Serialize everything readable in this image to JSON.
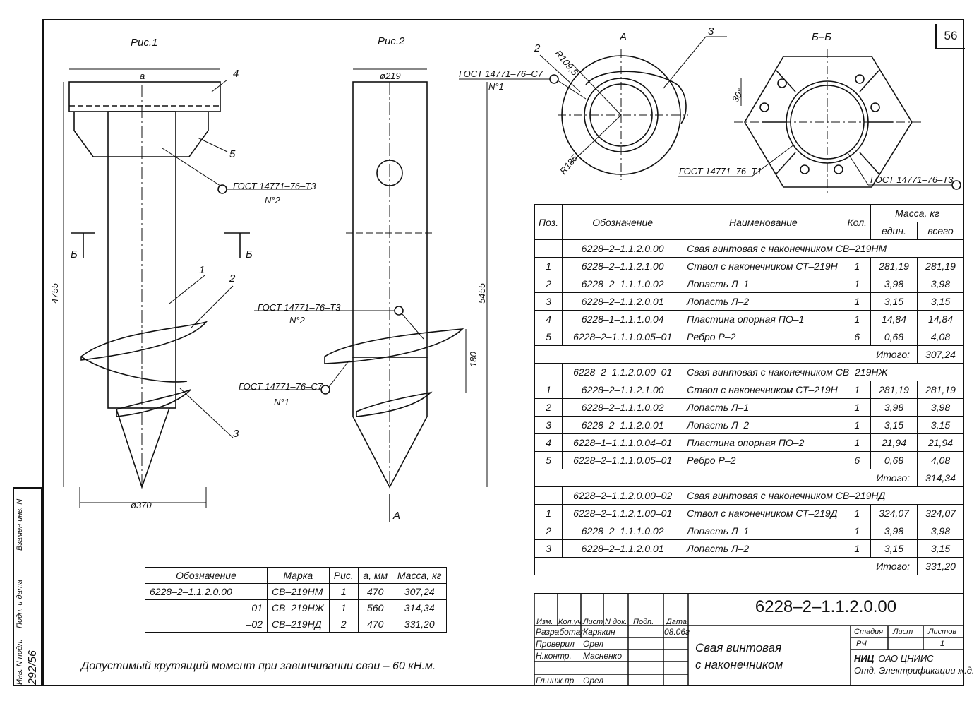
{
  "sheet_number": "56",
  "fig1_label": "Рис.1",
  "fig2_label": "Рис.2",
  "view_a_label": "А",
  "view_bb_label": "Б–Б",
  "dims": {
    "a": "a",
    "d219": "ø219",
    "d370": "ø370",
    "h4755": "4755",
    "h5455": "5455",
    "h180": "180",
    "r109": "R109,5",
    "r185": "R185",
    "angle30": "30°",
    "cut_b_left": "Б",
    "cut_b_right": "Б",
    "arrow_a": "А"
  },
  "callouts": {
    "n1": "1",
    "n2": "2",
    "n3": "3",
    "n4": "4",
    "n5": "5",
    "a2": "2",
    "a3": "3",
    "gost_t3_fig1": "ГОСТ 14771–76–Т3",
    "gost_t3_fig1_n": "N°2",
    "gost_t3_fig2": "ГОСТ 14771–76–Т3",
    "gost_t3_fig2_n": "N°2",
    "gost_c7_fig2": "ГОСТ 14771–76–С7",
    "gost_c7_fig2_n": "N°1",
    "gost_c7_a": "ГОСТ 14771–76–С7",
    "gost_c7_a_n": "N°1",
    "gost_t1_bb": "ГОСТ 14771–76–Т1",
    "gost_t3_bb": "ГОСТ 14771–76–Т3"
  },
  "spec": {
    "headers": {
      "pos": "Поз.",
      "code": "Обозначение",
      "name": "Наименование",
      "qty": "Кол.",
      "mass": "Масса, кг",
      "unit": "един.",
      "total": "всего"
    },
    "groups": [
      {
        "code": "6228–2–1.1.2.0.00",
        "name": "Свая винтовая с наконечником СВ–219НМ",
        "rows": [
          {
            "pos": "1",
            "code": "6228–2–1.1.2.1.00",
            "name": "Ствол с наконечником СТ–219Н",
            "qty": "1",
            "unit": "281,19",
            "total": "281,19"
          },
          {
            "pos": "2",
            "code": "6228–2–1.1.1.0.02",
            "name": "Лопасть Л–1",
            "qty": "1",
            "unit": "3,98",
            "total": "3,98"
          },
          {
            "pos": "3",
            "code": "6228–2–1.1.2.0.01",
            "name": "Лопасть Л–2",
            "qty": "1",
            "unit": "3,15",
            "total": "3,15"
          },
          {
            "pos": "4",
            "code": "6228–1–1.1.1.0.04",
            "name": "Пластина опорная ПО–1",
            "qty": "1",
            "unit": "14,84",
            "total": "14,84"
          },
          {
            "pos": "5",
            "code": "6228–2–1.1.1.0.05–01",
            "name": "Ребро Р–2",
            "qty": "6",
            "unit": "0,68",
            "total": "4,08"
          }
        ],
        "total_label": "Итого:",
        "total": "307,24"
      },
      {
        "code": "6228–2–1.1.2.0.00–01",
        "name": "Свая винтовая с наконечником СВ–219НЖ",
        "rows": [
          {
            "pos": "1",
            "code": "6228–2–1.1.2.1.00",
            "name": "Ствол с наконечником СТ–219Н",
            "qty": "1",
            "unit": "281,19",
            "total": "281,19"
          },
          {
            "pos": "2",
            "code": "6228–2–1.1.1.0.02",
            "name": "Лопасть Л–1",
            "qty": "1",
            "unit": "3,98",
            "total": "3,98"
          },
          {
            "pos": "3",
            "code": "6228–2–1.1.2.0.01",
            "name": "Лопасть Л–2",
            "qty": "1",
            "unit": "3,15",
            "total": "3,15"
          },
          {
            "pos": "4",
            "code": "6228–1–1.1.1.0.04–01",
            "name": "Пластина опорная ПО–2",
            "qty": "1",
            "unit": "21,94",
            "total": "21,94"
          },
          {
            "pos": "5",
            "code": "6228–2–1.1.1.0.05–01",
            "name": "Ребро Р–2",
            "qty": "6",
            "unit": "0,68",
            "total": "4,08"
          }
        ],
        "total_label": "Итого:",
        "total": "314,34"
      },
      {
        "code": "6228–2–1.1.2.0.00–02",
        "name": "Свая винтовая с наконечником СВ–219НД",
        "rows": [
          {
            "pos": "1",
            "code": "6228–2–1.1.2.1.00–01",
            "name": "Ствол с наконечником СТ–219Д",
            "qty": "1",
            "unit": "324,07",
            "total": "324,07"
          },
          {
            "pos": "2",
            "code": "6228–2–1.1.1.0.02",
            "name": "Лопасть Л–1",
            "qty": "1",
            "unit": "3,98",
            "total": "3,98"
          },
          {
            "pos": "3",
            "code": "6228–2–1.1.2.0.01",
            "name": "Лопасть Л–2",
            "qty": "1",
            "unit": "3,15",
            "total": "3,15"
          }
        ],
        "total_label": "Итого:",
        "total": "331,20"
      }
    ]
  },
  "variants": {
    "headers": {
      "code": "Обозначение",
      "mark": "Марка",
      "fig": "Рис.",
      "a": "a, мм",
      "mass": "Масса, кг"
    },
    "rows": [
      {
        "code": "6228–2–1.1.2.0.00",
        "mark": "СВ–219НМ",
        "fig": "1",
        "a": "470",
        "mass": "307,24"
      },
      {
        "code": "–01",
        "mark": "СВ–219НЖ",
        "fig": "1",
        "a": "560",
        "mass": "314,34"
      },
      {
        "code": "–02",
        "mark": "СВ–219НД",
        "fig": "2",
        "a": "470",
        "mass": "331,20"
      }
    ]
  },
  "title_block": {
    "code": "6228–2–1.1.2.0.00",
    "name_line1": "Свая винтовая",
    "name_line2": "с наконечником",
    "stage_label": "Стадия",
    "sheet_label": "Лист",
    "sheets_label": "Листов",
    "stage": "РЧ",
    "sheets": "1",
    "org_line1": "ОАО ЦНИИС",
    "org_line2": "Отд. Электрификации ж.д.",
    "org_logo": "НИЦ",
    "cols": {
      "izm": "Изм.",
      "kol": "Кол.уч",
      "list": "Лист",
      "ndok": "N док.",
      "podp": "Подп.",
      "data": "Дата"
    },
    "people": [
      {
        "role": "Разработал",
        "name": "Карякин",
        "date": "08.06г"
      },
      {
        "role": "Проверил",
        "name": "Орел",
        "date": ""
      },
      {
        "role": "Н.контр.",
        "name": "Масненко",
        "date": ""
      },
      {
        "role": "Гл.инж.пр",
        "name": "Орел",
        "date": ""
      }
    ]
  },
  "note": "Допустимый крутящий момент при завинчивании сваи – 60 кН.м.",
  "side": {
    "inv_podl": "Инв. N подл.",
    "podp_data": "Подп. и дата",
    "vzam": "Взамен инв. N",
    "inv_value": "292/56"
  }
}
